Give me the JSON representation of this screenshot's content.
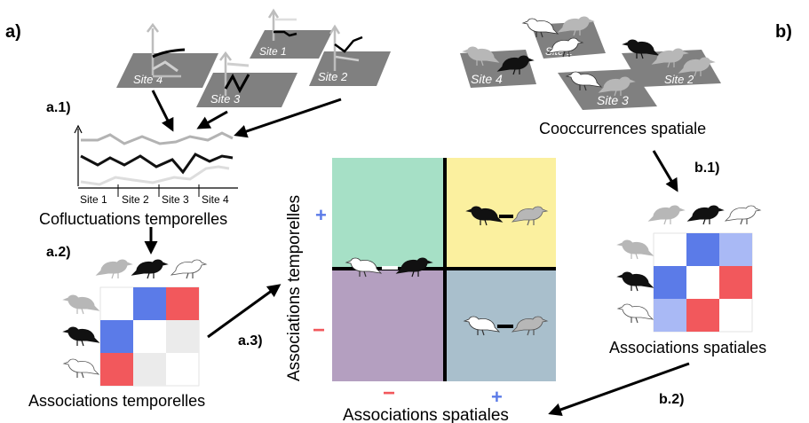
{
  "panel_a": {
    "label": "a)",
    "step1_label": "a.1)",
    "step2_label": "a.2)",
    "step3_label": "a.3)",
    "sites": [
      "Site 4",
      "Site 3",
      "Site 1",
      "Site 2"
    ],
    "chart_sites": [
      "Site 1",
      "Site 2",
      "Site 3",
      "Site 4"
    ],
    "cofluct_caption": "Cofluctuations temporelles",
    "matrix_caption": "Associations temporelles"
  },
  "panel_b": {
    "label": "b)",
    "step1_label": "b.1)",
    "step2_label": "b.2)",
    "sites": [
      "Site 1",
      "Site 4",
      "Site 3",
      "Site 2"
    ],
    "cooc_caption": "Cooccurrences spatiale",
    "matrix_caption": "Associations spatiales"
  },
  "quadrant": {
    "y_axis_label": "Associations temporelles",
    "x_axis_label": "Associations spatiales",
    "plus": "+",
    "minus": "−",
    "colors": {
      "top_left": "#a6e0c6",
      "top_right": "#fbf09f",
      "bottom_left": "#b49fc0",
      "bottom_right": "#a9bfcc"
    }
  },
  "colors": {
    "blue": "#5b7be8",
    "red": "#f2585c",
    "light_blue": "#a9b9f5",
    "light_gray": "#ebebeb",
    "site_gray": "#808080",
    "bird_black": "#111111",
    "bird_gray": "#b7b7b7",
    "bird_white": "#ffffff"
  },
  "icons": [
    "bird-black-icon",
    "bird-gray-icon",
    "bird-white-icon",
    "arrow-icon",
    "line-chart-icon"
  ]
}
